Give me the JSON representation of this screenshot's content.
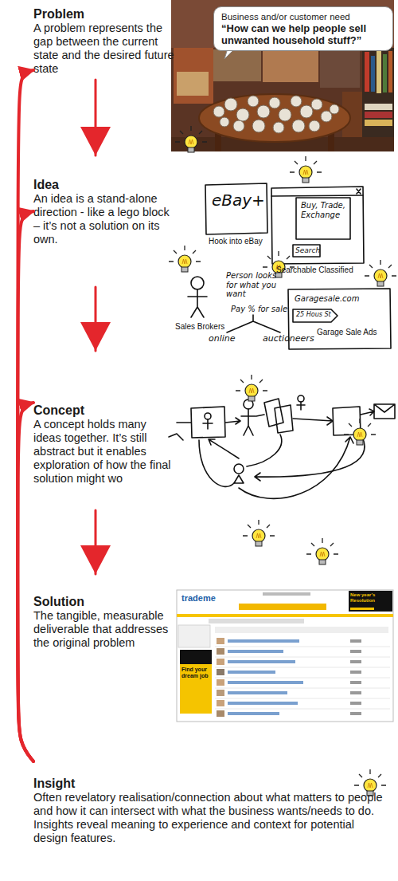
{
  "diagram": {
    "nodes": [
      {
        "text": [
          "Problem",
          "A problem represents the gap between the current state and the desired future state"
        ]
      },
      {
        "text": [
          "Business and/or customer need",
          "“How can we help people sell unwanted household stuff?”"
        ]
      },
      {
        "text": [
          "Idea",
          "An idea is a stand-alone direction - like a lego block – it’s not a solution on its own."
        ]
      },
      {
        "text": [
          "Concept",
          "A concept holds many ideas together. It’s still abstract but it enables exploration of how the final solution might wo"
        ]
      },
      {
        "text": [
          "Solution",
          "The tangible, measurable deliverable that addresses the original problem"
        ]
      },
      {
        "text": [
          "Insight",
          "Often revelatory realisation/connection about what matters to people and how it can intersect with what the business wants/needs to do. Insights reveal meaning to experience and context for potential design features."
        ]
      }
    ],
    "edges": [
      {
        "from": 0,
        "to": 2,
        "arrow": "to"
      },
      {
        "from": 2,
        "to": 3,
        "arrow": "to"
      },
      {
        "from": 3,
        "to": 4,
        "arrow": "to"
      },
      {
        "from": 5,
        "to": 0,
        "arrow": "to"
      },
      {
        "from": 5,
        "to": 2,
        "arrow": "to"
      },
      {
        "from": 5,
        "to": 3,
        "arrow": "to"
      }
    ],
    "labels": [
      "eBay+",
      "Hook into eBay",
      "Buy, Trade, Exchange",
      "Search",
      "Searchable Classified",
      "Person looks for what you want",
      "Pay % for sale",
      "Sales Brokers",
      "online",
      "auctioneers",
      "Garagesale.com",
      "25 Hous St",
      "Garage Sale Ads",
      "trademe",
      "New year’s Resolution",
      "Find your dream job"
    ]
  }
}
